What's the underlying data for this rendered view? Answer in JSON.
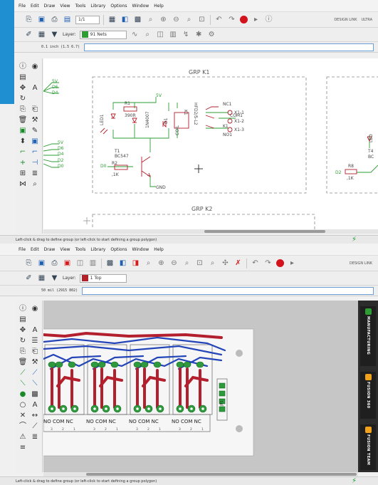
{
  "menu": [
    "File",
    "Edit",
    "Draw",
    "View",
    "Tools",
    "Library",
    "Options",
    "Window",
    "Help"
  ],
  "schematic_window": {
    "sheet_select": "1/1",
    "layer_label": "Layer:",
    "layer_value": "91 Nets",
    "layer_color": "#2e9d34",
    "coordinate": "0.1 inch (1.5 6.7)",
    "status_text": "Left-click & drag to define group (or left-click to start defining a group polygon)",
    "toolbar_right": [
      "DESIGN LINK",
      "ULTRA"
    ],
    "labels": {
      "grp_k1": "GRP K1",
      "grp_k2": "GRP K2",
      "r1": "R1",
      "r1_val": "390R",
      "r2": "R2",
      "r2_val": ",1K",
      "led1": "LED1",
      "d1": "D1",
      "d1_type": "1N4007",
      "k1": "K1",
      "relay_part": "HFD2/5-L2",
      "coil": "COIL",
      "t1": "T1",
      "t1_type": "BC547",
      "d0": "D0",
      "v5": "5V",
      "gnd": "GND",
      "nc1": "NC1",
      "com1": "COM1",
      "k1pin": "K1",
      "no1": "NO1",
      "x1_1": "X1-1",
      "x1_2": "X1-2",
      "x1_3": "X1-3",
      "left_top": [
        "5V",
        "D6",
        "D4"
      ],
      "left_bus": [
        "5V",
        "D6",
        "D4",
        "D2",
        "D0"
      ],
      "t4": "T4",
      "bc": "BC",
      "r8": "R8",
      "r8_val": ",1K",
      "d2": "D2",
      "led": "LED"
    }
  },
  "board_window": {
    "layer_label": "Layer:",
    "layer_value": "1 Top",
    "layer_color": "#b2202a",
    "coordinate": "50 mil (2915 802)",
    "status_text": "Left-click & drag to define group (or left-click to start defining a group polygon)",
    "toolbar_right": [
      "DESIGN LINK"
    ],
    "terminal_labels": [
      "NO COM NC",
      "NO COM NC",
      "NO COM NC",
      "NO COM NC"
    ],
    "pin_numbers": [
      "3",
      "2",
      "1"
    ],
    "header_label": "JP1",
    "side_panels": [
      {
        "label": "MANUFACTURING",
        "color": "#2e9d34"
      },
      {
        "label": "FUSION 360",
        "color": "#f2a21b"
      },
      {
        "label": "FUSION TEAM",
        "color": "#f2a21b"
      }
    ]
  }
}
